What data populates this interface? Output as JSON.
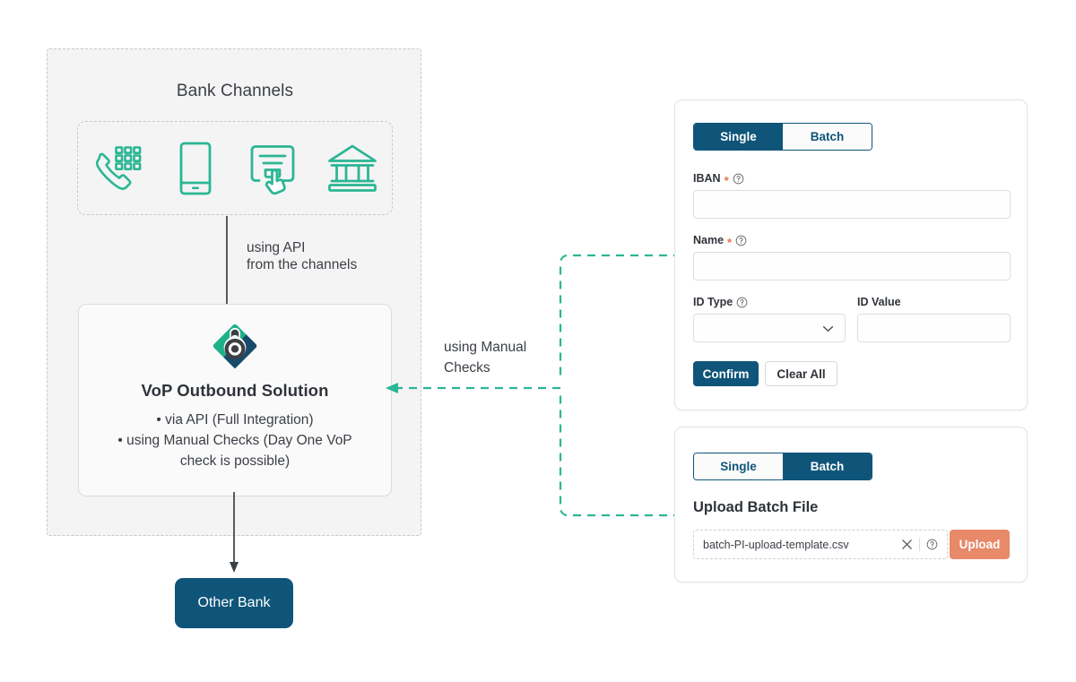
{
  "colors": {
    "navy": "#0f5579",
    "green": "#2bb694",
    "coral": "#e8896a",
    "panel_gray": "#f4f4f4",
    "required_star": "#e8724c",
    "text": "#3b3f46"
  },
  "left_panel": {
    "title": "Bank Channels",
    "channels": [
      {
        "icon": "phone-keypad-icon",
        "label": "Phone banking"
      },
      {
        "icon": "mobile-phone-icon",
        "label": "Mobile banking"
      },
      {
        "icon": "online-banking-click-icon",
        "label": "Online banking"
      },
      {
        "icon": "bank-building-icon",
        "label": "Branch"
      }
    ],
    "api_arrow_label_line1": "using API",
    "api_arrow_label_line2": "from the channels",
    "vop_card": {
      "logo_name": "vop-diamond-logo",
      "title": "VoP Outbound Solution",
      "bullets": [
        "• via API (Full Integration)",
        "• using Manual Checks (Day One VoP",
        "check is possible)"
      ]
    },
    "other_bank_label": "Other Bank"
  },
  "manual_connector": {
    "label_line1": "using Manual",
    "label_line2": "Checks"
  },
  "single_card": {
    "toggle": {
      "options": [
        "Single",
        "Batch"
      ],
      "active": "Single"
    },
    "fields": {
      "iban": {
        "label": "IBAN",
        "required_marker": "*",
        "value": "",
        "placeholder": ""
      },
      "name": {
        "label": "Name",
        "required_marker": "*",
        "value": "",
        "placeholder": ""
      },
      "id_type": {
        "label": "ID Type",
        "value": ""
      },
      "id_value": {
        "label": "ID Value",
        "value": "",
        "placeholder": ""
      }
    },
    "buttons": {
      "confirm": "Confirm",
      "clear_all": "Clear All"
    }
  },
  "batch_card": {
    "toggle": {
      "options": [
        "Single",
        "Batch"
      ],
      "active": "Batch"
    },
    "title": "Upload Batch File",
    "file_name": "batch-PI-upload-template.csv",
    "upload_button": "Upload"
  }
}
